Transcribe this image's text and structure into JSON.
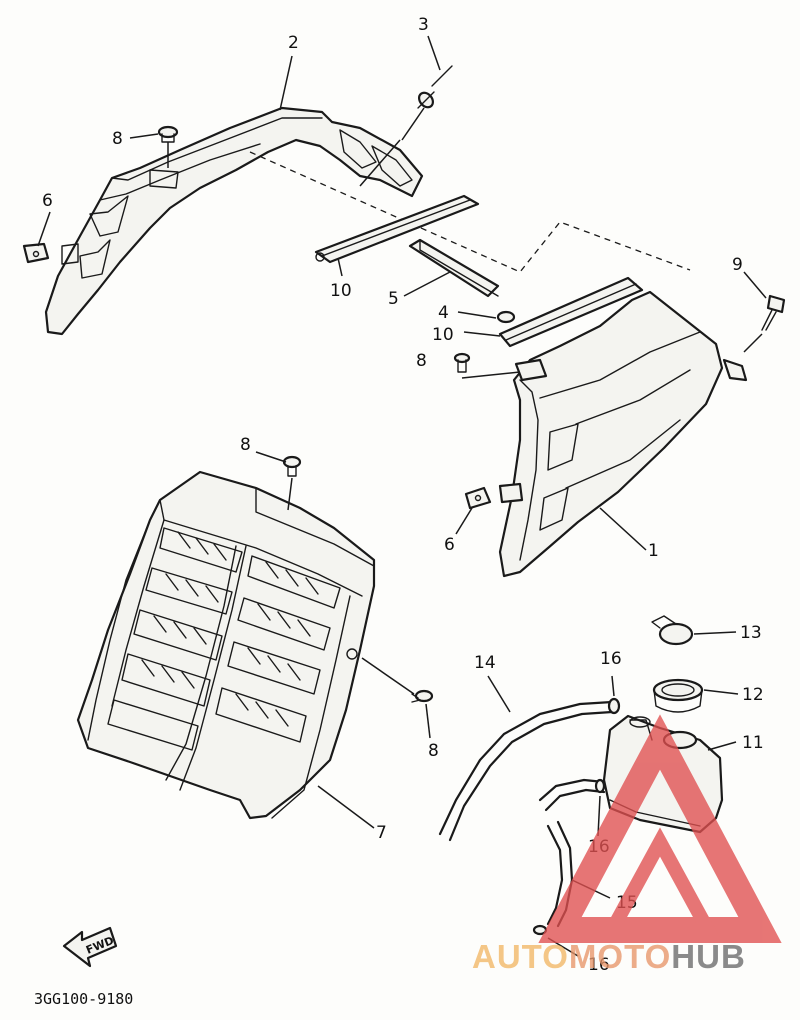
{
  "diagram": {
    "callouts": {
      "c1": "1",
      "c2": "2",
      "c3": "3",
      "c4": "4",
      "c5": "5",
      "c6a": "6",
      "c6b": "6",
      "c7": "7",
      "c8a": "8",
      "c8b": "8",
      "c8c": "8",
      "c8d": "8",
      "c9": "9",
      "c10a": "10",
      "c10b": "10",
      "c11": "11",
      "c12": "12",
      "c13": "13",
      "c14": "14",
      "c15": "15",
      "c16a": "16",
      "c16b": "16",
      "c16c": "16"
    },
    "fwd_label": "FWD",
    "drawing_code": "3GG100-9180"
  },
  "watermark": {
    "text_part1": "AUTO",
    "text_part2": "MOTO",
    "text_part3": "HUB",
    "colors": {
      "orange": "#f2b766",
      "red": "#e05050",
      "gray": "#6b6b6b"
    }
  }
}
